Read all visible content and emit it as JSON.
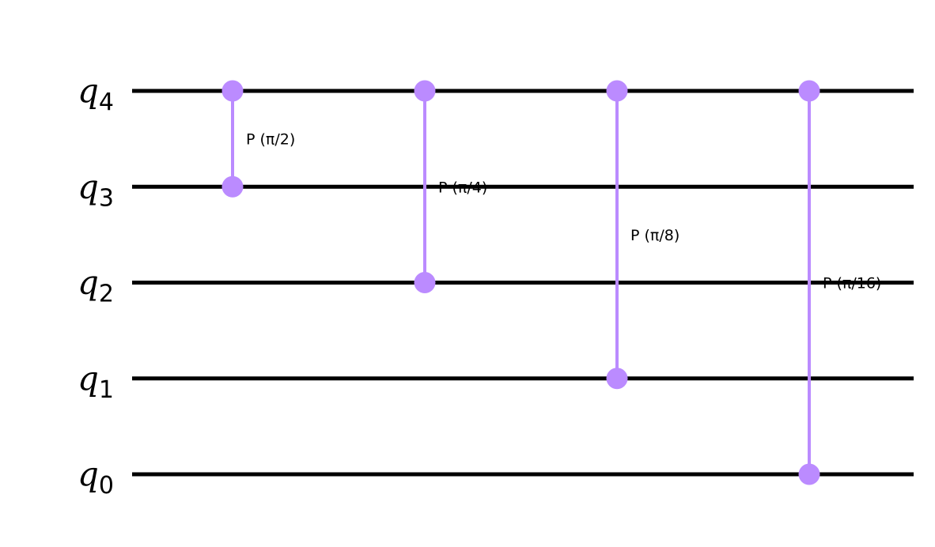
{
  "circuit": {
    "gate_color": "#bb8bff",
    "wire_color": "#000000",
    "qubits": [
      {
        "name": "q",
        "index": "4"
      },
      {
        "name": "q",
        "index": "3"
      },
      {
        "name": "q",
        "index": "2"
      },
      {
        "name": "q",
        "index": "1"
      },
      {
        "name": "q",
        "index": "0"
      }
    ],
    "gates": [
      {
        "type": "controlled-phase",
        "control": 0,
        "target": 1,
        "label": "P (π/2)"
      },
      {
        "type": "controlled-phase",
        "control": 0,
        "target": 2,
        "label": "P (π/4)"
      },
      {
        "type": "controlled-phase",
        "control": 0,
        "target": 3,
        "label": "P (π/8)"
      },
      {
        "type": "controlled-phase",
        "control": 0,
        "target": 4,
        "label": "P (π/16)"
      }
    ]
  }
}
